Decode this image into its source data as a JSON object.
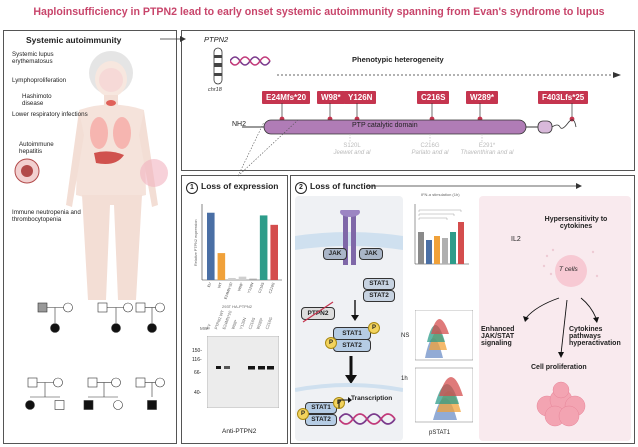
{
  "title": "Haploinsufficiency in PTPN2 lead to early onset systemic autoimmunity spanning from Evan's syndrome to lupus",
  "left": {
    "heading": "Systemic autoimmunity",
    "labels": [
      "Systemic lupus erythematosus",
      "Lymphoproliferation",
      "Hashimoto disease",
      "Lower respiratory infections",
      "Autoimmune hepatitis",
      "Immune neutropenia and thrombocytopenia"
    ]
  },
  "gene": {
    "name": "PTPN2",
    "chr": "chr18",
    "phenotype": "Phenotypic heterogeneity",
    "nh2": "NH2",
    "domain": "PTP catalytic domain",
    "mutations": [
      "E24Mfs*20",
      "W98*",
      "Y126N",
      "C216S",
      "W289*",
      "F403Lfs*25"
    ],
    "prior": [
      {
        "mut": "S120L",
        "ref": "Jeewet and al"
      },
      {
        "mut": "C216G",
        "ref": "Parlato and al"
      },
      {
        "mut": "E291*",
        "ref": "Thaventhiran and al"
      }
    ]
  },
  "panel1": {
    "num": "1",
    "heading": "Loss of expression",
    "ylabel": "Relative PTPN2 expression",
    "xlabel": "293T HA-PTPN2",
    "blot_label": "Anti-PTPN2",
    "mw_label": "MW",
    "mw": [
      "150-",
      "116-",
      "66-",
      "40-"
    ],
    "lanes": [
      "EV",
      "PTPN2 WT",
      "E24Mfs*20",
      "W98*",
      "Y126N",
      "C216S",
      "W289*",
      "C216G"
    ],
    "bar_colors": [
      "#4a6fa5",
      "#f0a13a",
      "#cfcfcf",
      "#cfcfcf",
      "#aaaaaa",
      "#2d9c8a",
      "#d44d4d"
    ]
  },
  "chart_data": {
    "type": "bar",
    "categories": [
      "EV",
      "WT",
      "E24Mfs*20",
      "W98*",
      "Y126N",
      "C216S",
      "C216G"
    ],
    "values": [
      100,
      40,
      3,
      5,
      2,
      96,
      82
    ],
    "ylabel": "Relative PTPN2 expression",
    "ylim": [
      0,
      110
    ]
  },
  "panel2": {
    "num": "2",
    "heading": "Loss of function",
    "jak": "JAK",
    "stat1": "STAT1",
    "stat2": "STAT2",
    "p": "P",
    "ptpn2": "PTPN2",
    "transcription": "Transcription",
    "ifn_label": "IFN-α stimulation (1h)",
    "ns": "NS",
    "oneh": "1h",
    "pstat1": "pSTAT1"
  },
  "right": {
    "hyper": "Hypersensitivity to cytokines",
    "il2": "IL2",
    "tcells": "T cells",
    "jakstat": "Enhanced JAK/STAT signaling",
    "cytokine": "Cytokines pathways hyperactivation",
    "prolif": "Cell proliferation"
  }
}
